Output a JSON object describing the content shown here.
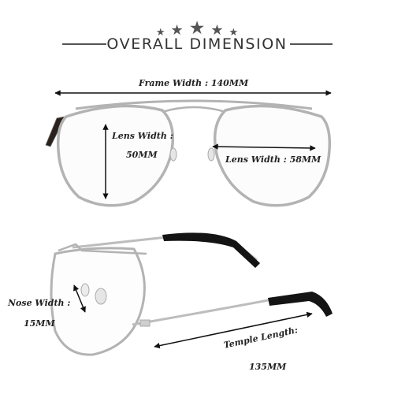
{
  "header": {
    "stars": [
      "★",
      "★",
      "★",
      "★",
      "★"
    ],
    "title": "OVERALL DIMENSION"
  },
  "labels": {
    "frame_width": "Frame Width : 140MM",
    "lens_width_label": "Lens Width :",
    "lens_width_value": "50MM",
    "lens_height": "Lens Width : 58MM",
    "nose_width_label": "Nose Width :",
    "nose_width_value": "15MM",
    "temple_length_label": "Temple Length:",
    "temple_length_value": "135MM"
  },
  "colors": {
    "frame_metal": "#b8b8b8",
    "tortoise": "#2a211c",
    "tip": "#141414",
    "arrow": "#111111"
  }
}
